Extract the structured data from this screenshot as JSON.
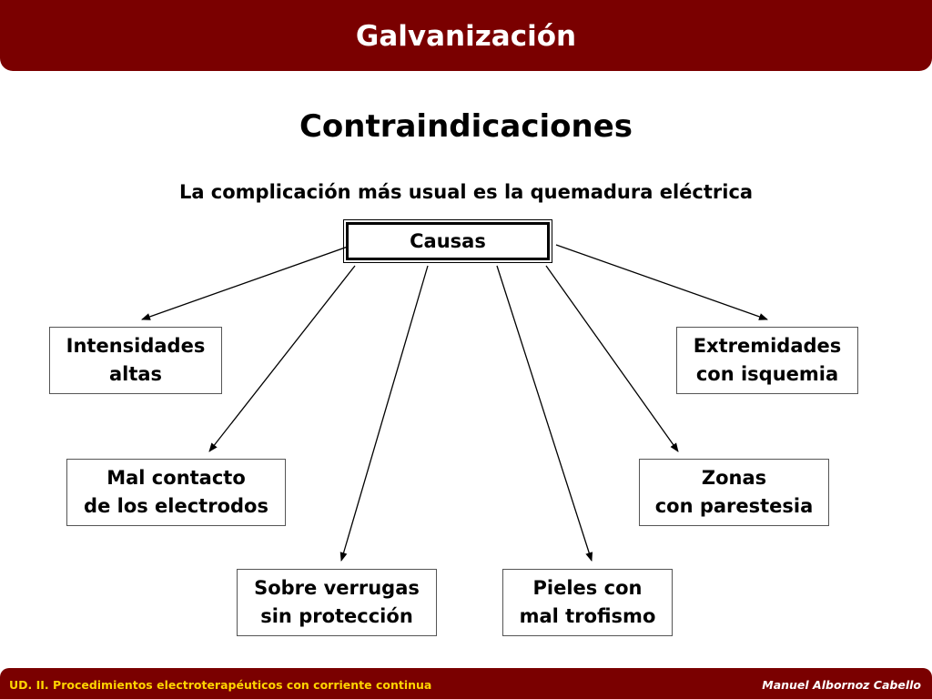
{
  "header": {
    "title": "Galvanización"
  },
  "slide": {
    "title": "Contraindicaciones",
    "subtitle": "La complicación más usual es la quemadura eléctrica"
  },
  "diagram": {
    "root": "Causas",
    "nodes": [
      {
        "line1": "Intensidades",
        "line2": "altas"
      },
      {
        "line1": "Extremidades",
        "line2": "con isquemia"
      },
      {
        "line1": "Mal contacto",
        "line2": "de los electrodos"
      },
      {
        "line1": "Zonas",
        "line2": "con parestesia"
      },
      {
        "line1": "Sobre verrugas",
        "line2": "sin protección"
      },
      {
        "line1": "Pieles con",
        "line2": "mal trofismo"
      }
    ]
  },
  "footer": {
    "left": "UD. II. Procedimientos electroterapéuticos con corriente continua",
    "right": "Manuel Albornoz Cabello"
  }
}
